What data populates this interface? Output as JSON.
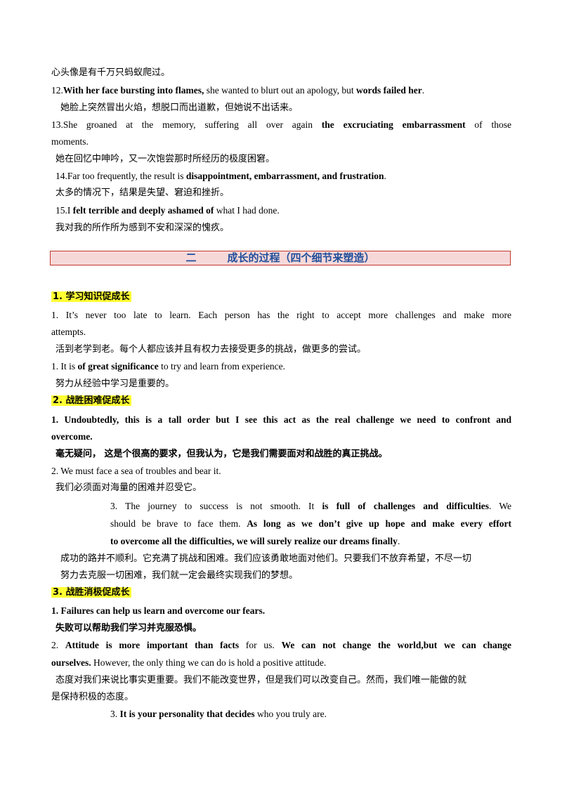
{
  "lines": {
    "l1": "心头像是有千万只蚂蚁爬过。",
    "l2a": "12.",
    "l2b": "With her face bursting into flames,",
    "l2c": " she wanted to blurt out an apology, but ",
    "l2d": "words failed her",
    "l2e": ".",
    "l3": "她脸上突然冒出火焰，想脱口而出道歉，但她说不出话来。",
    "l4a": "13.She groaned at the memory, suffering all over again ",
    "l4b": "the excruciating embarrassment",
    "l4c": " of those",
    "l5": "moments.",
    "l6": "她在回忆中呻吟，又一次饱尝那时所经历的极度困窘。",
    "l7a": "14.Far too frequently, the result is ",
    "l7b": "disappointment, embarrassment, and frustration",
    "l7c": ".",
    "l8": "太多的情况下，结果是失望、窘迫和挫折。",
    "l9a": "15.I ",
    "l9b": "felt terrible and deeply ashamed of",
    "l9c": " what I had done.",
    "l10": "我对我的所作所为感到不安和深深的愧疚。"
  },
  "section": {
    "number": "二",
    "title": "成长的过程（四个细节来塑造）"
  },
  "sub1": {
    "heading": "1. 学习知识促成长",
    "p1a": "1. It’s never too late to learn. Each person has the right to accept more challenges and make more",
    "p1b": "attempts.",
    "p1cn": "活到老学到老。每个人都应该并且有权力去接受更多的挑战，做更多的尝试。",
    "p2a": "1.  It is ",
    "p2b": "of great significance",
    "p2c": " to try and learn from experience.",
    "p2cn": "努力从经验中学习是重要的。"
  },
  "sub2": {
    "heading": "2. 战胜困难促成长",
    "p1a": "1. Undoubtedly, this is a tall order but I see this act as the real challenge we need to confront and",
    "p1b": "overcome.",
    "p1cn": "毫无疑问， 这是个很高的要求，但我认为，它是我们需要面对和战胜的真正挑战。",
    "p2": "2. We must face a sea of troubles and bear it.",
    "p2cn": "我们必须面对海量的困难并忍受它。",
    "p3a": "3. The journey to success is not smooth. It ",
    "p3b": "is full of challenges and difficulties",
    "p3c": ". We",
    "p3d": "should be brave to face them. ",
    "p3e": "As long as we don’t give up hope and make every effort",
    "p3f": "to overcome all the difficulties, we will surely realize our dreams finally",
    "p3g": ".",
    "p3cn1": "成功的路并不顺利。它充满了挑战和困难。我们应该勇敢地面对他们。只要我们不放弃希望，不尽一切",
    "p3cn2": "努力去克服一切困难，我们就一定会最终实现我们的梦想。"
  },
  "sub3": {
    "heading": "3. 战胜消极促成长",
    "p1": "1. Failures can help us learn and overcome our fears.",
    "p1cn": "失败可以帮助我们学习并克服恐惧。",
    "p2a": "2. ",
    "p2b": "Attitude is more important than facts",
    "p2c": " for us. ",
    "p2d": "We can not change the world,but we can change",
    "p2e": "ourselves.",
    "p2f": " However, the only thing we can do is hold a positive attitude.",
    "p2cn1": "态度对我们来说比事实更重要。我们不能改变世界，但是我们可以改变自己。然而，我们唯一能做的就",
    "p2cn2": "是保持积极的态度。",
    "p3a": "3. ",
    "p3b": "It is your personality that decides",
    "p3c": " who you truly are."
  }
}
